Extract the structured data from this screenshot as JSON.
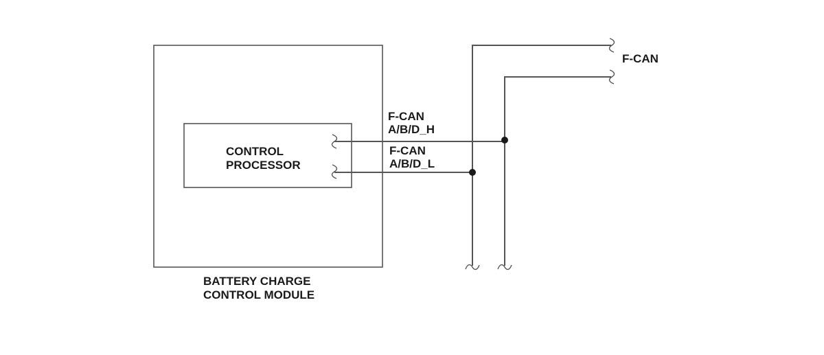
{
  "diagram": {
    "module_label": [
      "BATTERY CHARGE",
      "CONTROL MODULE"
    ],
    "processor_label": [
      "CONTROL",
      "PROCESSOR"
    ],
    "bus_label": "F-CAN",
    "high_line_label": [
      "F-CAN",
      "A/B/D_H"
    ],
    "low_line_label": [
      "F-CAN",
      "A/B/D_L"
    ],
    "colors": {
      "line": "#555555",
      "text": "#1a1a1a",
      "background": "#ffffff"
    }
  }
}
